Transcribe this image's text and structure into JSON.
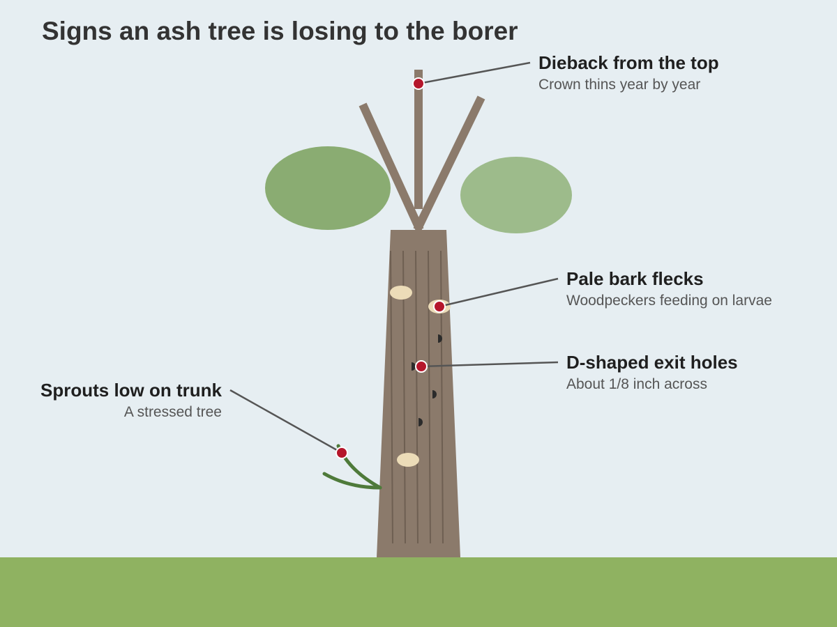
{
  "title": "Signs an ash tree is losing to the borer",
  "callouts": [
    {
      "id": "dieback",
      "heading": "Dieback from the top",
      "detail": "Crown thins year by year"
    },
    {
      "id": "bark",
      "heading": "Pale bark flecks",
      "detail": "Woodpeckers feeding on larvae"
    },
    {
      "id": "exit",
      "heading": "D-shaped exit holes",
      "detail": "About 1/8 inch across"
    },
    {
      "id": "sprouts",
      "heading": "Sprouts low on trunk",
      "detail": "A stressed tree"
    }
  ],
  "colors": {
    "sky": "#e6eef2",
    "ground": "#8fb261",
    "bark": "#8b7a6b",
    "leaves_dark": "#8aac72",
    "leaves_light": "#9dbb8b",
    "flecks": "#ecdcb8",
    "marker": "#b5162b",
    "leader": "#555555",
    "sprout": "#4e7a3a"
  }
}
